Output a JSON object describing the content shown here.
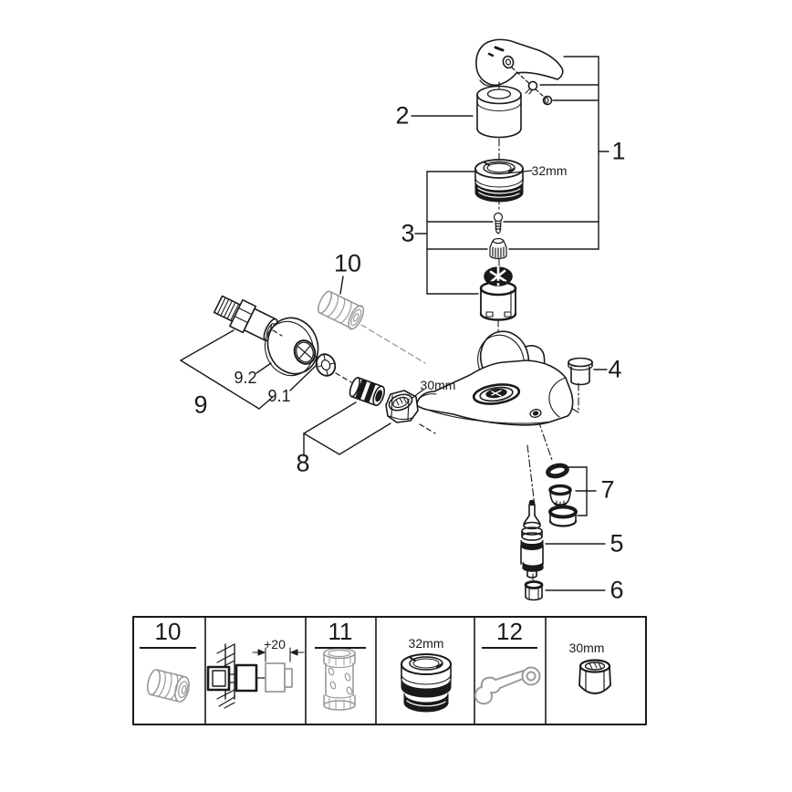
{
  "palette": {
    "line": "#1a1a1a",
    "phantom": "#9a9a9a",
    "background": "#ffffff"
  },
  "callouts": {
    "part1": "1",
    "part2": "2",
    "part3": "3",
    "part4": "4",
    "part5": "5",
    "part6": "6",
    "part7": "7",
    "part8": "8",
    "part9": "9",
    "part9_1": "9.1",
    "part9_2": "9.2",
    "part10": "10",
    "dim_cartridge_nut": "32mm",
    "dim_union_nut": "30mm"
  },
  "parts_table": {
    "cells": [
      {
        "label": "10",
        "icon": "extension-adapter-icon"
      },
      {
        "label": "+20",
        "icon": "wall-extension-diagram"
      },
      {
        "label": "11",
        "icon": "extension-tube-icon"
      },
      {
        "label": "32mm",
        "icon": "cartridge-nut-icon"
      },
      {
        "label": "12",
        "icon": "service-wrench-icon"
      },
      {
        "label": "30mm",
        "icon": "union-nut-icon"
      }
    ]
  }
}
